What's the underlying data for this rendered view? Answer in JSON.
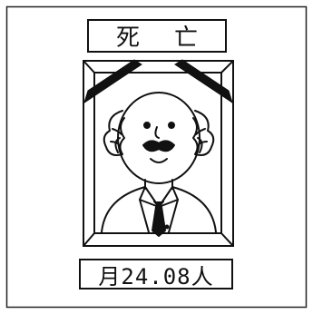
{
  "title": {
    "char1": "死",
    "char2": "亡"
  },
  "value_label": "月24.08人",
  "colors": {
    "ink": "#111111",
    "paper": "#ffffff"
  }
}
